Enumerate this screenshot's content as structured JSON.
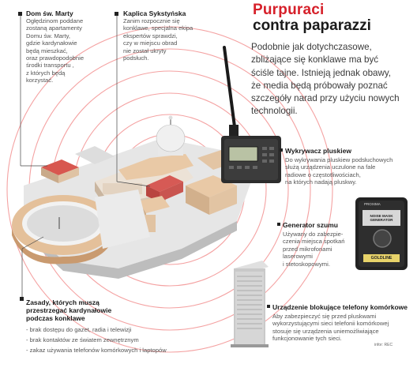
{
  "headline": {
    "line1": "Purpuraci",
    "line2": "contra paparazzi"
  },
  "lead": [
    "Podobnie jak dotychczasowe,",
    "zbliżające się konklawe ma być",
    "ściśle tajne. Istnieją jednak obawy,",
    "że media będą próbowały poznać",
    "szczegóły narad przy użyciu nowych",
    "technologii."
  ],
  "dom_marty": {
    "title": "Dom św. Marty",
    "lines": [
      "Ogłędzinom poddane",
      "zostaną apartamenty",
      "Domu św. Marty,",
      "gdzie kardynałowie",
      "będą mieszkać,",
      "oraz prawdopodobnie",
      "środki transportu ,",
      "z których będą",
      "korzystać."
    ]
  },
  "kaplica": {
    "title": "Kaplica Sykstyńska",
    "lines": [
      "Zanim rozpocznie się",
      "konklawe, specjalna ekipa",
      "ekspertów sprawdzi,",
      "czy w miejscu obrad",
      "nie został ukryty",
      "podsłuch."
    ]
  },
  "wykrywacz": {
    "title": "Wykrywacz pluskiew",
    "lines": [
      "Do wykrywania pluskiew podsłuchowych",
      "służą urządzenia uczulone na fale",
      "radiowe o częstotliwościach,",
      "na których nadają pluskwy."
    ]
  },
  "generator": {
    "title": "Generator szumu",
    "lines": [
      "Używany do zabezpie-",
      "czenia miejsca spotkań",
      "przed mikrofonami",
      "laserowymi",
      "i stetoskopowymi."
    ],
    "device_top": "PROXIMA",
    "device_name": "NOISE MASK GENERATOR",
    "device_brand": "GOLDLINE"
  },
  "zasady": {
    "title_lines": [
      "Zasady, których muszą",
      "przestrzegać kardynałowie",
      "podczas konklawe"
    ],
    "items": [
      "- brak dostępu do gazet, radia i telewizji",
      "- brak kontaktów ze światem zewnętrznym",
      "- zakaz używania telefonów komórkowych i laptopów"
    ]
  },
  "blokujace": {
    "title": "Urządzenie blokujące telefony komórkowe",
    "lines": [
      "Aby zabezpieczyć się przed pluskwami",
      "wykorzystującymi sieci telefonii komórkowej",
      "stosuje się urządzenia uniemożliwiające",
      "funkcjonowanie tych sieci."
    ]
  },
  "credit": "infor: REC",
  "colors": {
    "accent": "#d6202a",
    "ring": "#f08a8a",
    "roof_tan": "#e9c9a6",
    "roof_red": "#d65a55"
  },
  "icons": [
    "bug-detector-device",
    "noise-generator-device",
    "phone-jammer-device",
    "signal-rings"
  ]
}
